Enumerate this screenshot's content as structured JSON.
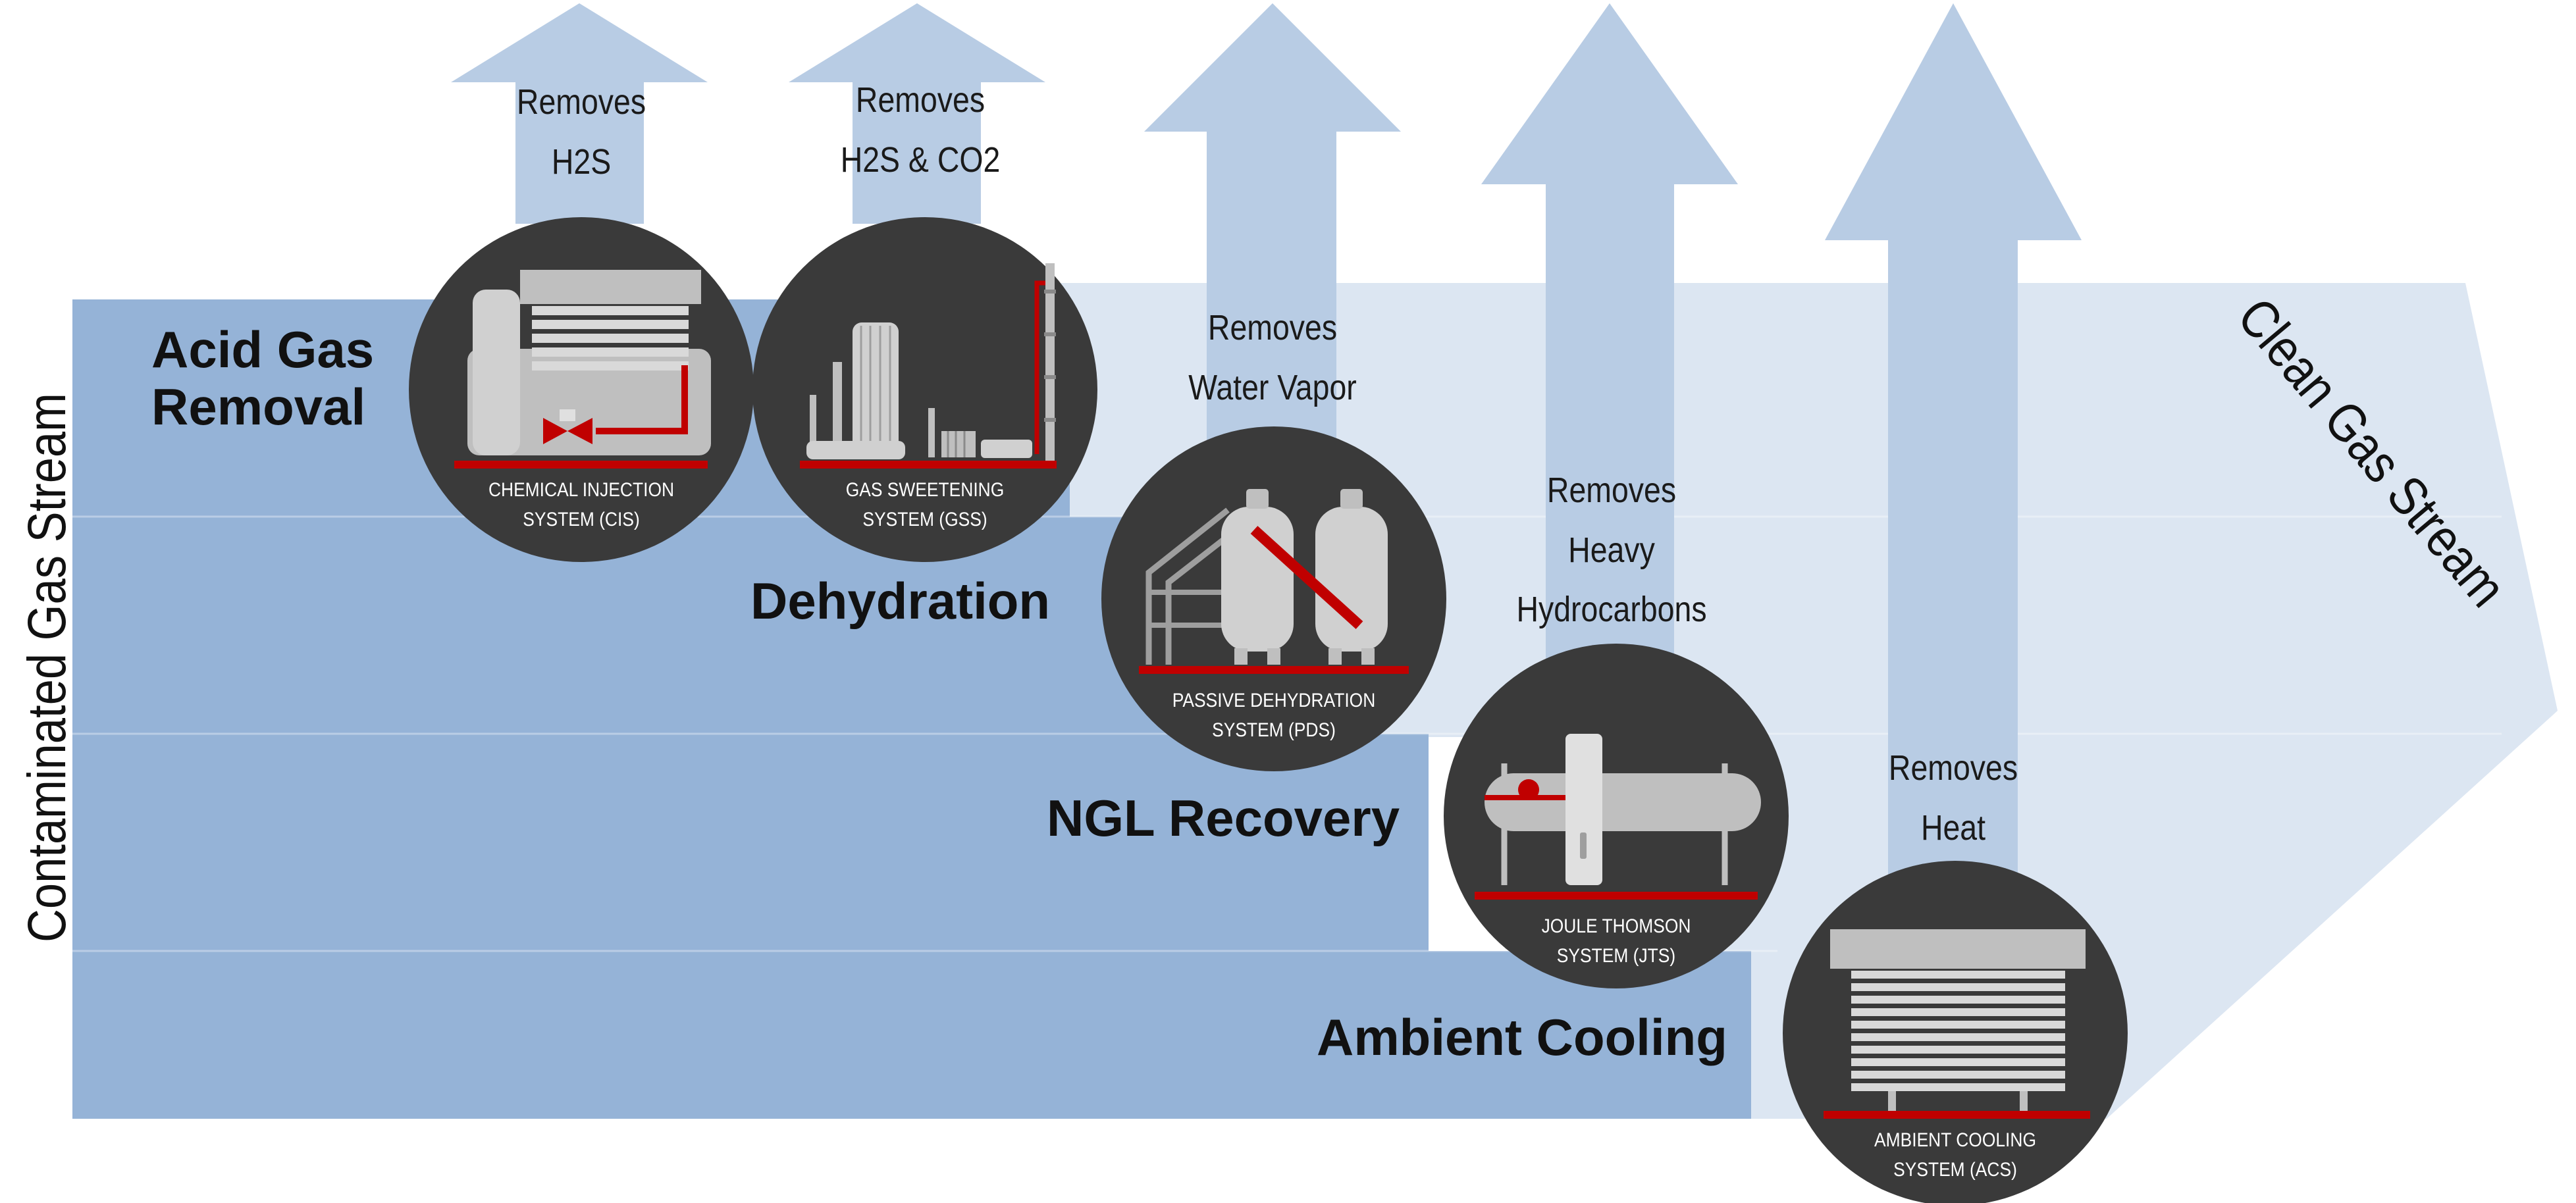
{
  "colors": {
    "stream_dark": "#95B3D7",
    "stream_light": "#DCE6F2",
    "arrow": "#B8CCE4",
    "circle": "#3A3A3A",
    "accent_red": "#C00000",
    "equipment_gray": "#BFBFBF"
  },
  "labels": {
    "contaminated_stream": "Contaminated Gas Stream",
    "clean_stream": "Clean Gas Stream"
  },
  "steps": [
    {
      "line1": "Acid Gas",
      "line2": "Removal"
    },
    {
      "line1": "Dehydration"
    },
    {
      "line1": "NGL Recovery"
    },
    {
      "line1": "Ambient Cooling"
    }
  ],
  "removes": [
    {
      "line1": "Removes",
      "line2": "H2S"
    },
    {
      "line1": "Removes",
      "line2": "H2S & CO2"
    },
    {
      "line1": "Removes",
      "line2": "Water  Vapor"
    },
    {
      "line1": "Removes",
      "line2": "Heavy",
      "line3": "Hydrocarbons"
    },
    {
      "line1": "Removes",
      "line2": "Heat"
    }
  ],
  "systems": [
    {
      "line1": "CHEMICAL INJECTION",
      "line2": "SYSTEM (CIS)",
      "icon": "chemical-injection-equipment-icon"
    },
    {
      "line1": "GAS SWEETENING",
      "line2": "SYSTEM (GSS)",
      "icon": "gas-sweetening-equipment-icon"
    },
    {
      "line1": "PASSIVE DEHYDRATION",
      "line2": "SYSTEM (PDS)",
      "icon": "dehydration-vessels-icon"
    },
    {
      "line1": "JOULE THOMSON",
      "line2": "SYSTEM (JTS)",
      "icon": "joule-thomson-exchanger-icon"
    },
    {
      "line1": "AMBIENT COOLING",
      "line2": "SYSTEM (ACS)",
      "icon": "air-cooler-icon"
    }
  ]
}
